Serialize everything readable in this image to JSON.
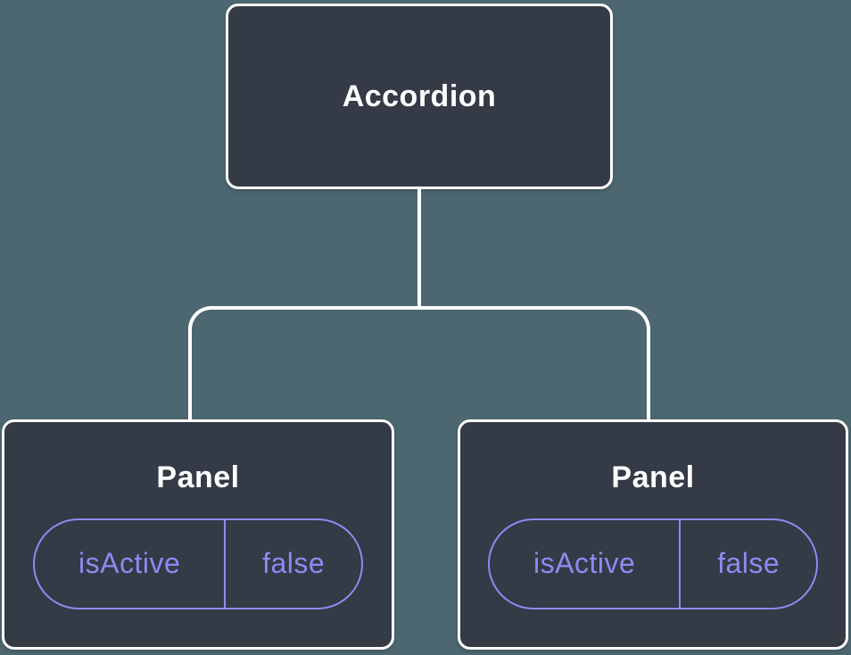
{
  "colors": {
    "background": "#4d6770",
    "node_fill": "#343a46",
    "node_border": "#ffffff",
    "connector": "#ffffff",
    "accent_purple": "#8e8af2",
    "title_text": "#ffffff"
  },
  "tree": {
    "root": {
      "label": "Accordion"
    },
    "children": [
      {
        "label": "Panel",
        "state": [
          {
            "name": "isActive",
            "value": "false"
          }
        ]
      },
      {
        "label": "Panel",
        "state": [
          {
            "name": "isActive",
            "value": "false"
          }
        ]
      }
    ]
  }
}
